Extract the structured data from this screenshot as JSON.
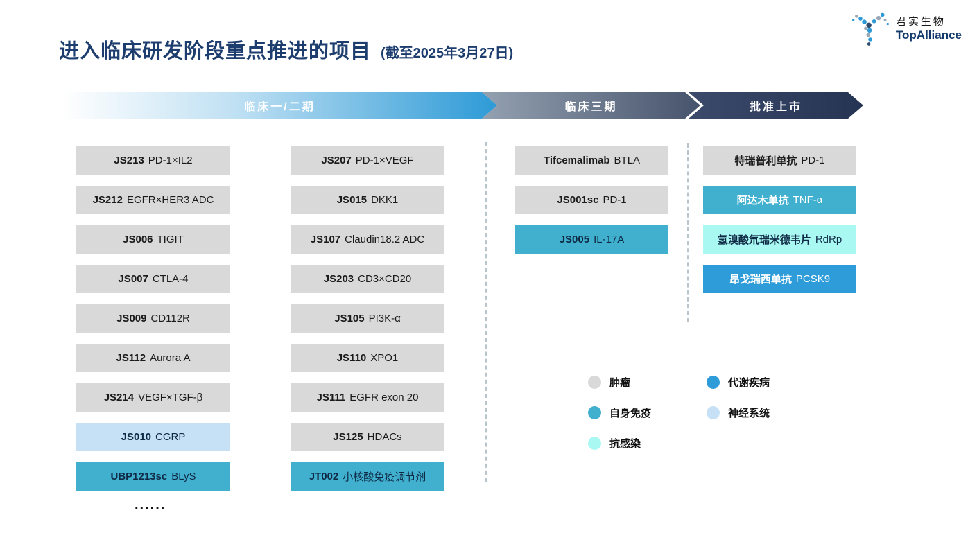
{
  "header": {
    "title": "进入临床研发阶段重点推进的项目",
    "subtitle": "(截至2025年3月27日)",
    "logo_cn": "君实生物",
    "logo_en": "TopAlliance"
  },
  "phases": [
    {
      "label": "临床一/二期"
    },
    {
      "label": "临床三期"
    },
    {
      "label": "批准上市"
    }
  ],
  "categories": {
    "tumor": {
      "label": "肿瘤",
      "bg": "#D9D9D9",
      "text": "#1A1A1A"
    },
    "autoimmune": {
      "label": "自身免疫",
      "bg": "#41B0CF",
      "text": "#0E2A45"
    },
    "anti_infection": {
      "label": "抗感染",
      "bg": "#A9F8F2",
      "text": "#0E2A45"
    },
    "metabolic": {
      "label": "代谢疾病",
      "bg": "#2D9CD8",
      "text": "#FFFFFF"
    },
    "nervous": {
      "label": "神经系统",
      "bg": "#C6E1F6",
      "text": "#0E2A45"
    }
  },
  "pipeline": {
    "columns": [
      {
        "phase": "clinical-1-2-a",
        "items": [
          {
            "code": "JS213",
            "target": "PD-1×IL2",
            "category": "tumor"
          },
          {
            "code": "JS212",
            "target": "EGFR×HER3 ADC",
            "category": "tumor"
          },
          {
            "code": "JS006",
            "target": "TIGIT",
            "category": "tumor"
          },
          {
            "code": "JS007",
            "target": "CTLA-4",
            "category": "tumor"
          },
          {
            "code": "JS009",
            "target": "CD112R",
            "category": "tumor"
          },
          {
            "code": "JS112",
            "target": "Aurora A",
            "category": "tumor"
          },
          {
            "code": "JS214",
            "target": "VEGF×TGF-β",
            "category": "tumor"
          },
          {
            "code": "JS010",
            "target": "CGRP",
            "category": "nervous"
          },
          {
            "code": "UBP1213sc",
            "target": "BLyS",
            "category": "autoimmune"
          }
        ]
      },
      {
        "phase": "clinical-1-2-b",
        "items": [
          {
            "code": "JS207",
            "target": "PD-1×VEGF",
            "category": "tumor"
          },
          {
            "code": "JS015",
            "target": "DKK1",
            "category": "tumor"
          },
          {
            "code": "JS107",
            "target": "Claudin18.2 ADC",
            "category": "tumor"
          },
          {
            "code": "JS203",
            "target": "CD3×CD20",
            "category": "tumor"
          },
          {
            "code": "JS105",
            "target": "PI3K-α",
            "category": "tumor"
          },
          {
            "code": "JS110",
            "target": "XPO1",
            "category": "tumor"
          },
          {
            "code": "JS111",
            "target": "EGFR exon 20",
            "category": "tumor"
          },
          {
            "code": "JS125",
            "target": "HDACs",
            "category": "tumor"
          },
          {
            "code": "JT002",
            "target": "小核酸免疫调节剂",
            "category": "autoimmune"
          }
        ]
      },
      {
        "phase": "clinical-3",
        "items": [
          {
            "code": "Tifcemalimab",
            "target": "BTLA",
            "category": "tumor"
          },
          {
            "code": "JS001sc",
            "target": "PD-1",
            "category": "tumor"
          },
          {
            "code": "JS005",
            "target": "IL-17A",
            "category": "autoimmune"
          }
        ]
      },
      {
        "phase": "approved",
        "items": [
          {
            "code": "特瑞普利单抗",
            "target": "PD-1",
            "category": "tumor"
          },
          {
            "code": "阿达木单抗",
            "target": "TNF-α",
            "category": "autoimmune",
            "text_color": "#FFFFFF"
          },
          {
            "code": "氢溴酸氘瑞米德韦片",
            "target": "RdRp",
            "category": "anti_infection"
          },
          {
            "code": "昂戈瑞西单抗",
            "target": "PCSK9",
            "category": "metabolic"
          }
        ]
      }
    ]
  },
  "legend": {
    "columns": [
      [
        "tumor",
        "autoimmune",
        "anti_infection"
      ],
      [
        "metabolic",
        "nervous"
      ]
    ]
  },
  "more_indicator": "......"
}
